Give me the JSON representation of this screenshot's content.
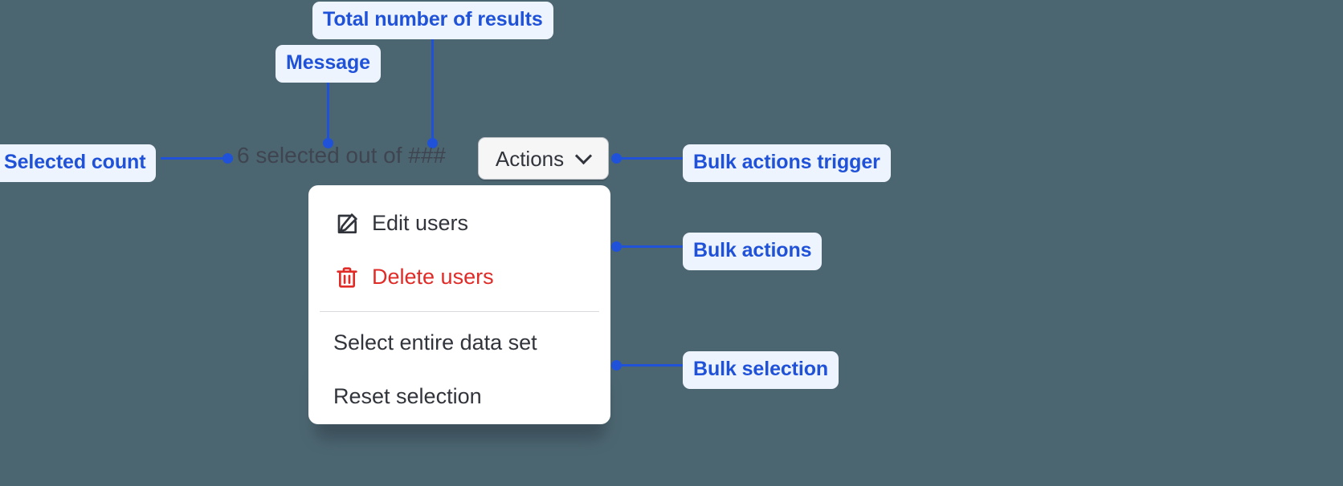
{
  "background_color": "#4c6671",
  "accent_color": "#1f52d8",
  "callout_bg": "#eef4fe",
  "danger_color": "#e02b27",
  "annotations": [
    {
      "id": "total-results",
      "label": "Total number of results"
    },
    {
      "id": "message",
      "label": "Message"
    },
    {
      "id": "selected-count",
      "label": "Selected count"
    },
    {
      "id": "bulk-trigger",
      "label": "Bulk actions trigger"
    },
    {
      "id": "bulk-actions",
      "label": "Bulk actions"
    },
    {
      "id": "bulk-selection",
      "label": "Bulk selection"
    }
  ],
  "widget": {
    "selected_message": "6 selected out of ###",
    "selected_count": "6",
    "total_results_placeholder": "###",
    "actions_button": {
      "label": "Actions",
      "chevron_icon": "chevron-down-icon"
    },
    "dropdown": {
      "bulk_actions": [
        {
          "label": "Edit users",
          "icon": "edit-pencil-icon",
          "variant": "default"
        },
        {
          "label": "Delete users",
          "icon": "trash-icon",
          "variant": "danger"
        }
      ],
      "bulk_selection": [
        {
          "label": "Select entire data set"
        },
        {
          "label": "Reset selection"
        }
      ]
    }
  }
}
